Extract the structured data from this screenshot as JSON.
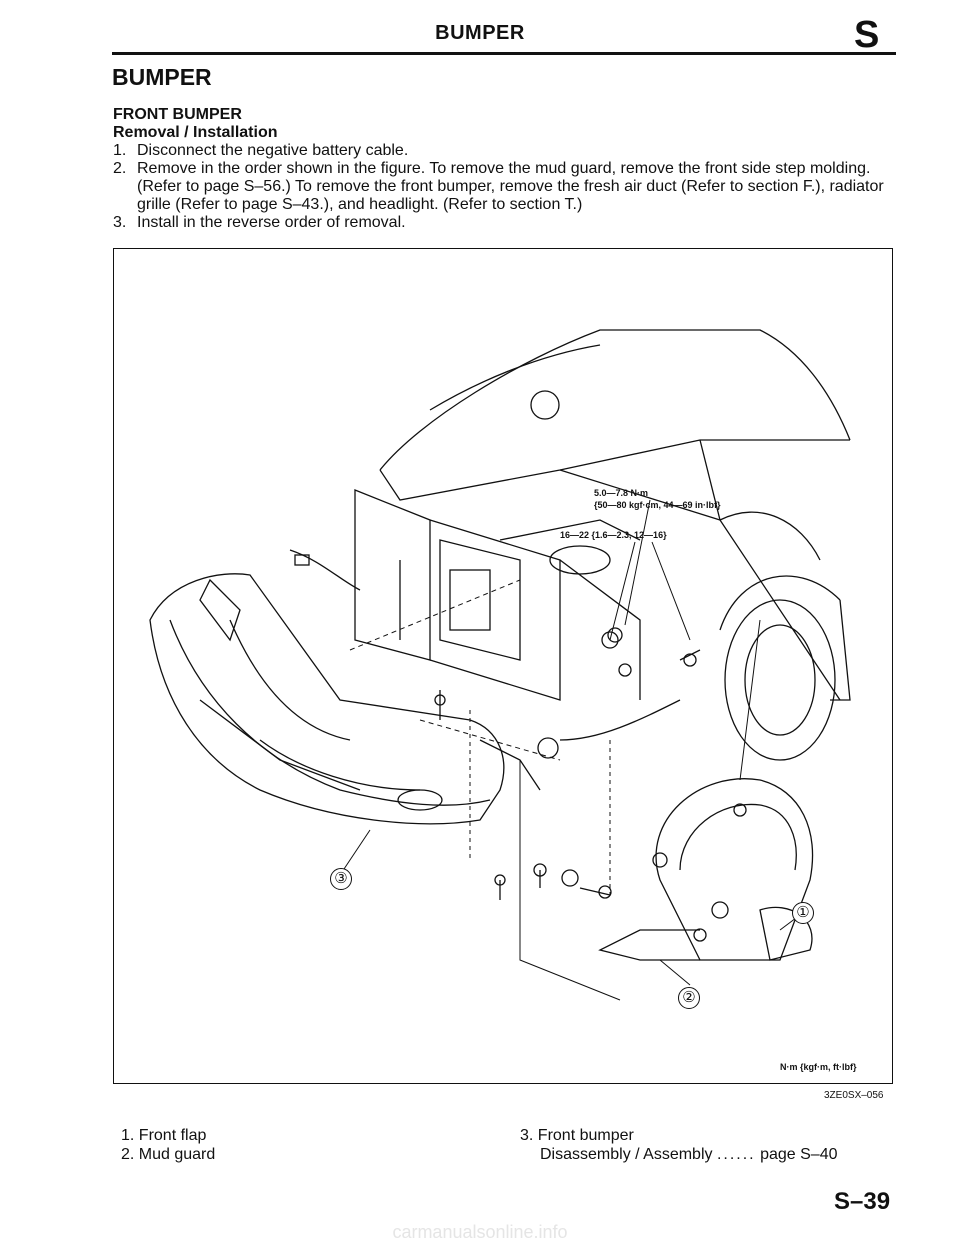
{
  "header": {
    "title": "BUMPER",
    "section_letter": "S"
  },
  "section_title": "BUMPER",
  "subsection": "FRONT BUMPER",
  "subheading": "Removal / Installation",
  "steps": [
    {
      "num": "1.",
      "text": "Disconnect the negative battery cable."
    },
    {
      "num": "2.",
      "text": "Remove in the order shown in the figure. To remove the mud guard, remove the front side step molding. (Refer to page S–56.) To remove the front bumper, remove the fresh air duct (Refer to section F.), radiator grille (Refer to page S–43.), and headlight. (Refer to section T.)"
    },
    {
      "num": "3.",
      "text": "Install in the reverse order of removal."
    }
  ],
  "figure": {
    "torque_1_line1": "5.0—7.8 N·m",
    "torque_1_line2": "{50—80 kgf·cm, 44—69 in·lbf}",
    "torque_2": "16—22 {1.6—2.3, 12—16}",
    "units": "N·m {kgf·m, ft·lbf}",
    "callouts": [
      "①",
      "②",
      "③"
    ],
    "code": "3ZE0SX–056"
  },
  "legend": {
    "item1": "1. Front flap",
    "item2": "2. Mud guard",
    "item3": "3. Front bumper",
    "item3_sub_label": "Disassembly / Assembly",
    "item3_leader": "......",
    "item3_sub_ref": "page S–40"
  },
  "page_number": "S–39",
  "watermark": "carmanualsonline.info"
}
